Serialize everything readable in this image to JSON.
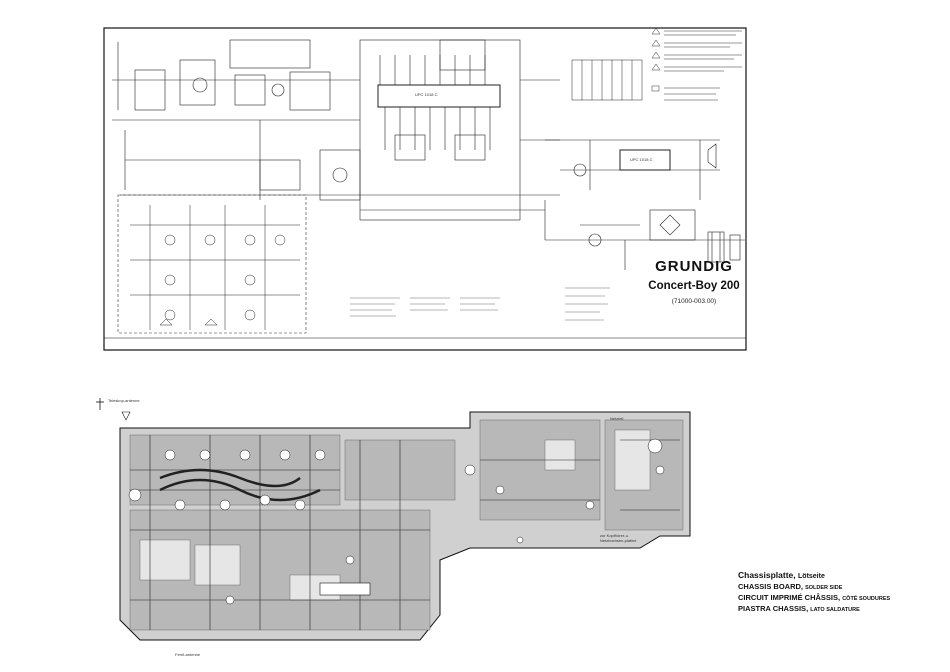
{
  "schematic": {
    "brand": "GRUNDIG",
    "model": "Concert-Boy 200",
    "part_number": "(71000-003.00)",
    "ic_labels": [
      "UPC 1018 C",
      "UPC 1018 C"
    ]
  },
  "board": {
    "antenna_label": "Teleskop-antenne",
    "bottom_label": "Ferrit-antenne",
    "connector_label": "Netzteil",
    "headphone_label": "zur Kopfhörer-u. Netzbuchsen-platine"
  },
  "captions": {
    "german_main": "Chassisplatte,",
    "german_sub": "Lötseite",
    "english_main": "CHASSIS BOARD,",
    "english_sub": "SOLDER SIDE",
    "french_main": "CIRCUIT IMPRIMÉ CHÂSSIS,",
    "french_sub": "CÔTÉ SOUDURES",
    "italian_main": "PIASTRA CHASSIS,",
    "italian_sub": "LATO SALDATURE"
  },
  "colors": {
    "ink": "#111111",
    "board_shading": "#c8c8c8",
    "paper": "#ffffff"
  }
}
